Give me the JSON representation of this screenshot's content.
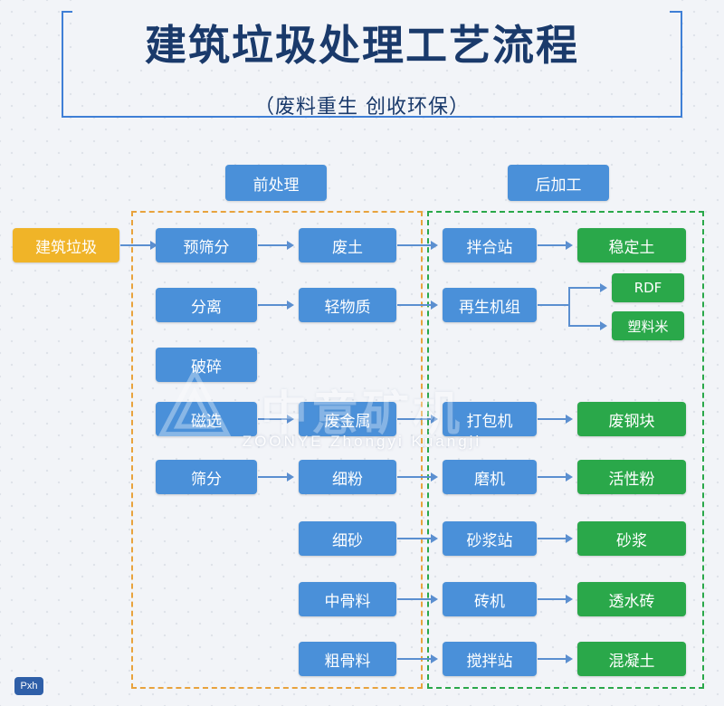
{
  "header": {
    "title": "建筑垃圾处理工艺流程",
    "subtitle": "（废料重生  创收环保）"
  },
  "sections": {
    "pre_label": "前处理",
    "post_label": "后加工"
  },
  "source": {
    "label": "建筑垃圾"
  },
  "nodes": {
    "pre_col1": [
      {
        "label": "预筛分"
      },
      {
        "label": "分离"
      },
      {
        "label": "破碎"
      },
      {
        "label": "磁选"
      },
      {
        "label": "筛分"
      }
    ],
    "pre_col2": [
      {
        "label": "废土"
      },
      {
        "label": "轻物质"
      },
      {
        "label": "废金属"
      },
      {
        "label": "细粉"
      },
      {
        "label": "细砂"
      },
      {
        "label": "中骨料"
      },
      {
        "label": "粗骨料"
      }
    ],
    "post_col1": [
      {
        "label": "拌合站"
      },
      {
        "label": "再生机组"
      },
      {
        "label": "打包机"
      },
      {
        "label": "磨机"
      },
      {
        "label": "砂浆站"
      },
      {
        "label": "砖机"
      },
      {
        "label": "搅拌站"
      }
    ],
    "post_col2": [
      {
        "label": "稳定土"
      },
      {
        "label": "RDF"
      },
      {
        "label": "塑料米"
      },
      {
        "label": "废钢块"
      },
      {
        "label": "活性粉"
      },
      {
        "label": "砂浆"
      },
      {
        "label": "透水砖"
      },
      {
        "label": "混凝土"
      }
    ]
  },
  "watermark": {
    "main": "中意矿机",
    "sub": "ZOONYE  Zhongyi Kuangji",
    "logo_name": "zoonye-logo"
  },
  "badge": {
    "label": "Pxh"
  },
  "colors": {
    "blue": "#4a90d9",
    "green": "#2aa84a",
    "amber": "#f0b428",
    "dashed_pre": "#e8a33d",
    "dashed_post": "#2aa84a",
    "title": "#1a3a6b",
    "background": "#f2f4f8"
  }
}
